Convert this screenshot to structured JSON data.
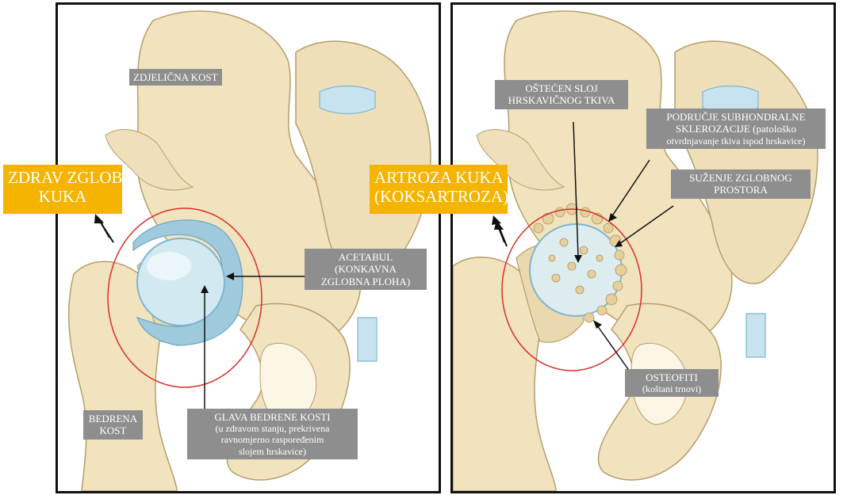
{
  "colors": {
    "bone": "#f1e3bd",
    "bone_shadow": "#dcc79a",
    "bone_outline": "#b79d6c",
    "cartilage": "#c7e3ef",
    "cartilage_dark": "#7fb6cf",
    "label_bg": "#8e8e8e",
    "title_bg": "#f5b400",
    "circle": "#d9302b",
    "frame": "#111111"
  },
  "left": {
    "title": [
      "ZDRAV ZGLOB",
      "KUKA"
    ],
    "labels": {
      "pelvis": "ZDJELIČNA KOST",
      "acetabulum": [
        "ACETABUL",
        "(KONKAVNA",
        "ZGLOBNA PLOHA)"
      ],
      "femur": [
        "BEDRENA",
        "KOST"
      ],
      "femoral_head": [
        "GLAVA BEDRENE KOSTI",
        "(u zdravom stanju, prekrivena",
        "ravnomjerno raspoređenim",
        "slojem hrskavice)"
      ]
    }
  },
  "right": {
    "title": [
      "ARTROZA KUKA",
      "(KOKSARTROZA)"
    ],
    "labels": {
      "damaged_cartilage": [
        "OŠTEĆEN SLOJ",
        "HRSKAVIČNOG TKIVA"
      ],
      "sclerosis": [
        "PODRUČJE SUBHONDRALNE",
        "SKLEROZACIJE (patološko",
        "otvrdnjavanje tkiva ispod hrskavice)"
      ],
      "narrowing": [
        "SUŽENJE ZGLOBNOG",
        "PROSTORA"
      ],
      "osteophytes": [
        "OSTEOFITI",
        "(koštani trnovi)"
      ]
    }
  }
}
